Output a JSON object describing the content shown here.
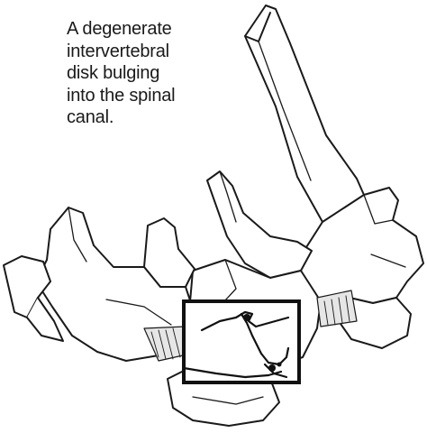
{
  "figure": {
    "caption": "A degenerate\nintervertebral\ndisk bulging\ninto the spinal\ncanal."
  },
  "colors": {
    "line": "#1a1a1a",
    "background": "#ffffff"
  },
  "illustration": {
    "subject": "lumbar vertebrae line drawing",
    "highlight": "inset box around bulging disk"
  }
}
